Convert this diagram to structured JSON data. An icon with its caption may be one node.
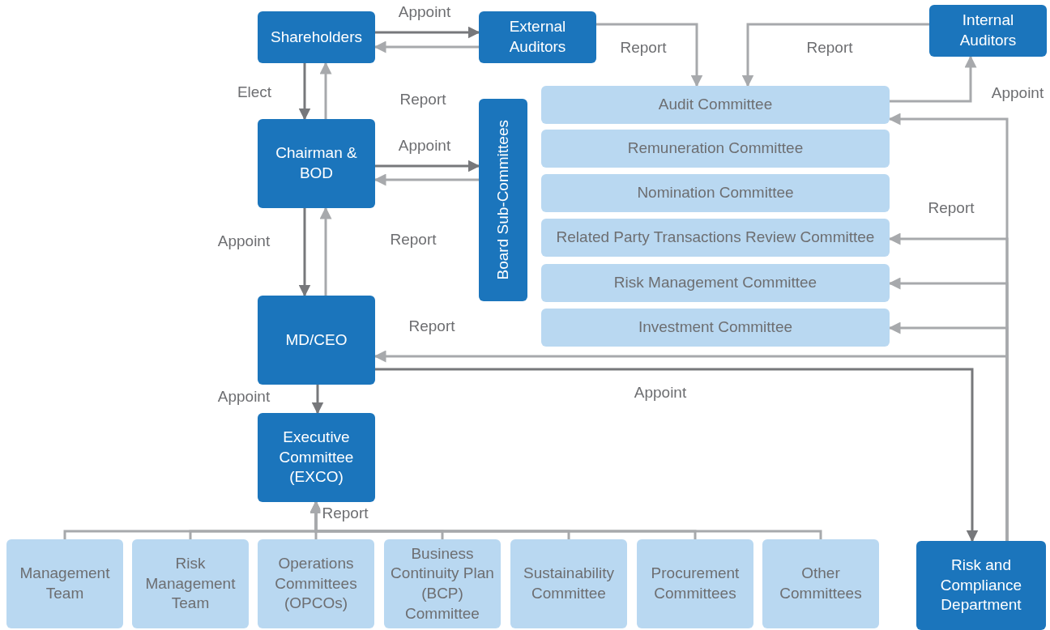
{
  "diagram": {
    "nodes": [
      {
        "text": [
          "Shareholders"
        ]
      },
      {
        "text": [
          "External Auditors"
        ]
      },
      {
        "text": [
          "Internal Auditors"
        ]
      },
      {
        "text": [
          "Chairman & BOD"
        ]
      },
      {
        "text": [
          "Board Sub-Committees"
        ]
      },
      {
        "text": [
          "Audit Committee"
        ]
      },
      {
        "text": [
          "Remuneration Committee"
        ]
      },
      {
        "text": [
          "Nomination Committee"
        ]
      },
      {
        "text": [
          "Related Party Transactions Review Committee"
        ]
      },
      {
        "text": [
          "Risk Management Committee"
        ]
      },
      {
        "text": [
          "Investment Committee"
        ]
      },
      {
        "text": [
          "MD/CEO"
        ]
      },
      {
        "text": [
          "Executive Committee (EXCO)"
        ]
      },
      {
        "text": [
          "Management Team"
        ]
      },
      {
        "text": [
          "Risk Management Team"
        ]
      },
      {
        "text": [
          "Operations Committees (OPCOs)"
        ]
      },
      {
        "text": [
          "Business Continuity Plan (BCP) Committee"
        ]
      },
      {
        "text": [
          "Sustainability Committee"
        ]
      },
      {
        "text": [
          "Procurement Committees"
        ]
      },
      {
        "text": [
          "Other Committees"
        ]
      },
      {
        "text": [
          "Risk and Compliance Department"
        ]
      }
    ],
    "edges": [
      {
        "from": 0,
        "to": 1,
        "arrow": "to",
        "label": "Appoint",
        "color": "#77787b"
      },
      {
        "from": 1,
        "to": 0,
        "arrow": "to"
      },
      {
        "from": 0,
        "to": 3,
        "arrow": "to",
        "label": "Elect",
        "color": "#77787b"
      },
      {
        "from": 3,
        "to": 0,
        "arrow": "to",
        "label": "Report"
      },
      {
        "from": 1,
        "to": 5,
        "arrow": "to",
        "label": "Report"
      },
      {
        "from": 2,
        "to": 5,
        "arrow": "to",
        "label": "Report"
      },
      {
        "from": 5,
        "to": 2,
        "arrow": "to",
        "label": "Appoint"
      },
      {
        "from": 3,
        "to": 4,
        "arrow": "to",
        "label": "Appoint",
        "color": "#77787b"
      },
      {
        "from": 4,
        "to": 3,
        "arrow": "to"
      },
      {
        "from": 3,
        "to": 11,
        "arrow": "to",
        "label": "Appoint",
        "color": "#77787b"
      },
      {
        "from": 11,
        "to": 3,
        "arrow": "to",
        "label": "Report"
      },
      {
        "from": 11,
        "to": 12,
        "arrow": "to",
        "label": "Appoint",
        "color": "#77787b"
      },
      {
        "from": 11,
        "to": 20,
        "arrow": "to",
        "label": "Appoint",
        "color": "#77787b"
      },
      {
        "from": 20,
        "to": 5,
        "arrow": "to",
        "label": "Report"
      },
      {
        "from": 20,
        "to": 8,
        "arrow": "to"
      },
      {
        "from": 20,
        "to": 9,
        "arrow": "to"
      },
      {
        "from": 20,
        "to": 10,
        "arrow": "to"
      },
      {
        "from": 20,
        "to": 11,
        "arrow": "to",
        "label": "Report"
      },
      {
        "from": 13,
        "to": 12,
        "arrow": "to"
      },
      {
        "from": 14,
        "to": 12,
        "arrow": "to"
      },
      {
        "from": 15,
        "to": 12,
        "arrow": "to",
        "label": "Report"
      },
      {
        "from": 16,
        "to": 12,
        "arrow": "to"
      },
      {
        "from": 17,
        "to": 12,
        "arrow": "to"
      },
      {
        "from": 18,
        "to": 12,
        "arrow": "to"
      },
      {
        "from": 19,
        "to": 12,
        "arrow": "to"
      }
    ]
  }
}
